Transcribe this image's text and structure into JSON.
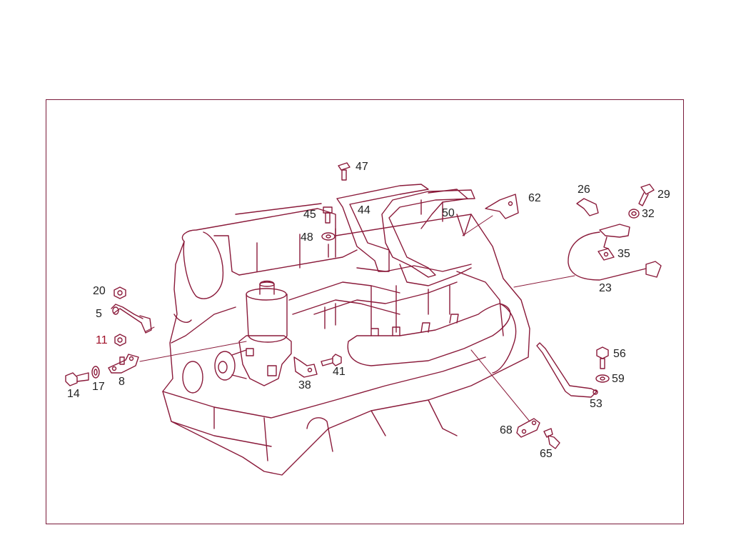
{
  "diagram": {
    "colors": {
      "frame": "#7a1a3a",
      "ink": "#8a1a3a",
      "text": "#222222",
      "highlight": "#a01028"
    },
    "callouts": [
      {
        "id": "47",
        "text": "47"
      },
      {
        "id": "44",
        "text": "44"
      },
      {
        "id": "45",
        "text": "45"
      },
      {
        "id": "48",
        "text": "48"
      },
      {
        "id": "50",
        "text": "50"
      },
      {
        "id": "62",
        "text": "62"
      },
      {
        "id": "26",
        "text": "26"
      },
      {
        "id": "29",
        "text": "29"
      },
      {
        "id": "32",
        "text": "32"
      },
      {
        "id": "35",
        "text": "35"
      },
      {
        "id": "23",
        "text": "23"
      },
      {
        "id": "20",
        "text": "20"
      },
      {
        "id": "5",
        "text": "5"
      },
      {
        "id": "11",
        "text": "11"
      },
      {
        "id": "14",
        "text": "14"
      },
      {
        "id": "17",
        "text": "17"
      },
      {
        "id": "8",
        "text": "8"
      },
      {
        "id": "38",
        "text": "38"
      },
      {
        "id": "41",
        "text": "41"
      },
      {
        "id": "56",
        "text": "56"
      },
      {
        "id": "59",
        "text": "59"
      },
      {
        "id": "53",
        "text": "53"
      },
      {
        "id": "68",
        "text": "68"
      },
      {
        "id": "65",
        "text": "65"
      }
    ]
  }
}
